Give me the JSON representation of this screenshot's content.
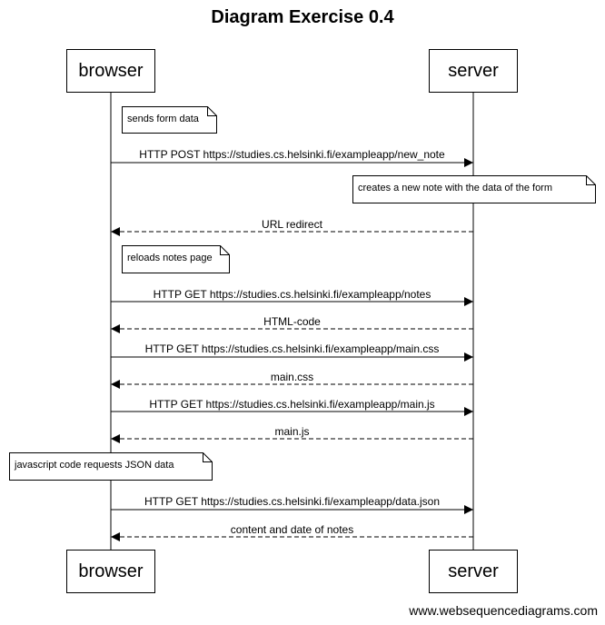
{
  "title": "Diagram Exercise 0.4",
  "participants": {
    "browser": "browser",
    "server": "server"
  },
  "notes": {
    "sends_form_data": "sends form data",
    "creates_note": "creates a new note with the data of the form",
    "reloads_page": "reloads notes page",
    "js_requests": "javascript code requests JSON data"
  },
  "messages": {
    "post_new_note": "HTTP POST https://studies.cs.helsinki.fi/exampleapp/new_note",
    "url_redirect": "URL redirect",
    "get_notes": "HTTP GET https://studies.cs.helsinki.fi/exampleapp/notes",
    "html_code": "HTML-code",
    "get_main_css": "HTTP GET https://studies.cs.helsinki.fi/exampleapp/main.css",
    "main_css": "main.css",
    "get_main_js": "HTTP GET https://studies.cs.helsinki.fi/exampleapp/main.js",
    "main_js": "main.js",
    "get_data_json": "HTTP GET https://studies.cs.helsinki.fi/exampleapp/data.json",
    "content_date": "content and date of notes"
  },
  "footer": "www.websequencediagrams.com"
}
